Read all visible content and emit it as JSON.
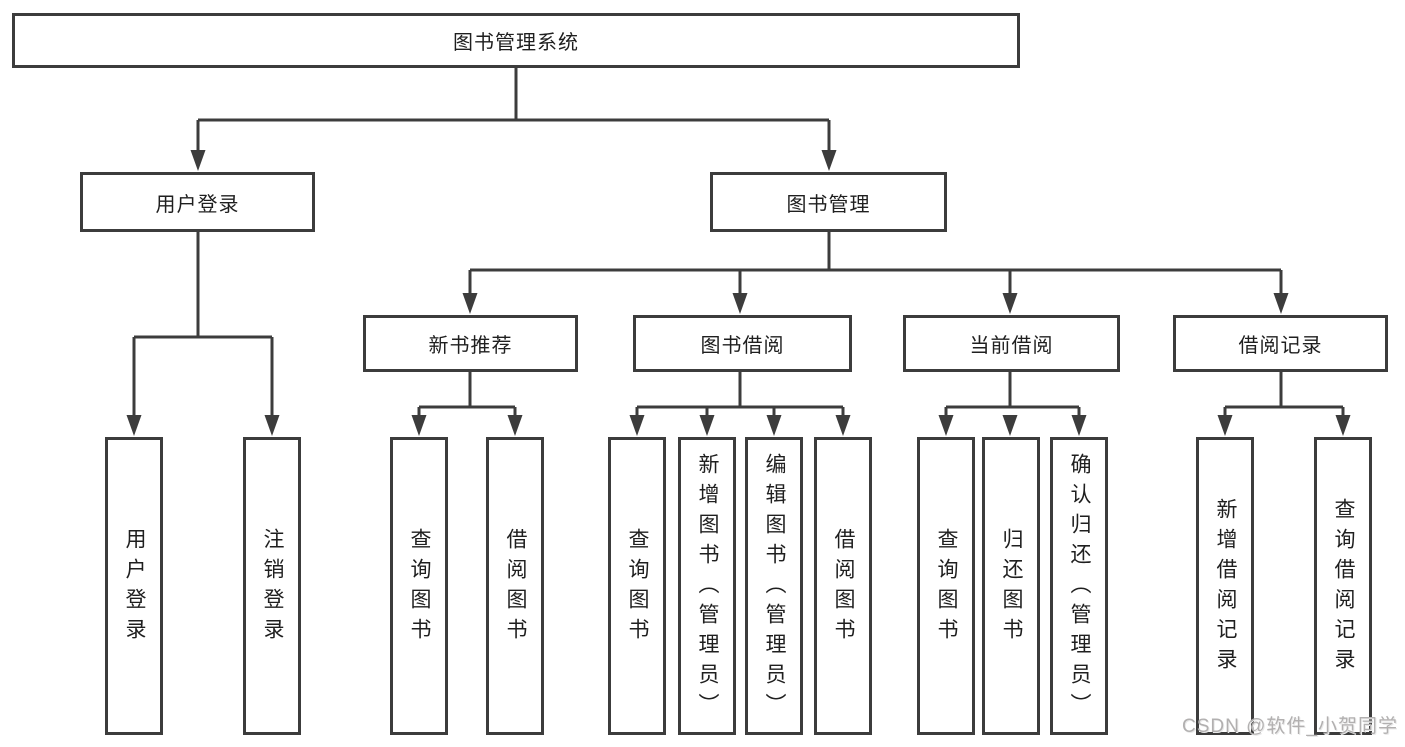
{
  "diagram": {
    "type": "hierarchy",
    "root": {
      "label": "图书管理系统",
      "children": [
        {
          "label": "用户登录",
          "children": [
            {
              "label": "用户登录"
            },
            {
              "label": "注销登录"
            }
          ]
        },
        {
          "label": "图书管理",
          "children": [
            {
              "label": "新书推荐",
              "children": [
                {
                  "label": "查询图书"
                },
                {
                  "label": "借阅图书"
                }
              ]
            },
            {
              "label": "图书借阅",
              "children": [
                {
                  "label": "查询图书"
                },
                {
                  "label": "新增图书（管理员）"
                },
                {
                  "label": "编辑图书（管理员）"
                },
                {
                  "label": "借阅图书"
                }
              ]
            },
            {
              "label": "当前借阅",
              "children": [
                {
                  "label": "查询图书"
                },
                {
                  "label": "归还图书"
                },
                {
                  "label": "确认归还（管理员）"
                }
              ]
            },
            {
              "label": "借阅记录",
              "children": [
                {
                  "label": "新增借阅记录"
                },
                {
                  "label": "查询借阅记录"
                }
              ]
            }
          ]
        }
      ]
    },
    "colors": {
      "line": "#3c3c3c",
      "box_border": "#3c3c3c",
      "text": "#1f1f1f",
      "background": "#ffffff",
      "watermark": "#b2b0b0"
    }
  },
  "watermark": {
    "text": "CSDN @软件_小贺同学"
  }
}
